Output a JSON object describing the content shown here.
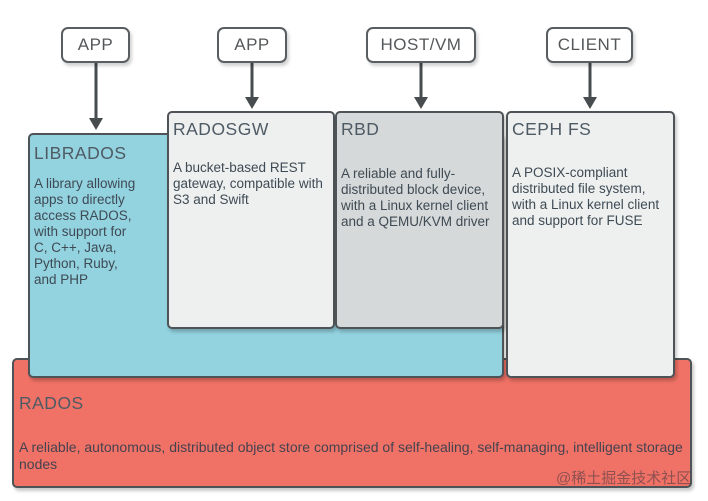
{
  "top_nodes": [
    {
      "label": "APP"
    },
    {
      "label": "APP"
    },
    {
      "label": "HOST/VM"
    },
    {
      "label": "CLIENT"
    }
  ],
  "layers": {
    "librados": {
      "title": "LIBRADOS",
      "body": "A library allowing\napps to directly\naccess RADOS,\nwith support for\nC, C++, Java,\nPython, Ruby,\nand PHP"
    },
    "radosgw": {
      "title": "RADOSGW",
      "body": "A bucket-based REST\ngateway, compatible with\nS3 and Swift"
    },
    "rbd": {
      "title": "RBD",
      "body": "A reliable and fully-\ndistributed block device,\nwith a Linux kernel client\nand a QEMU/KVM driver"
    },
    "cephfs": {
      "title": "CEPH FS",
      "body": "A POSIX-compliant\ndistributed file system,\nwith a Linux kernel client\nand support for FUSE"
    },
    "rados": {
      "title": "RADOS",
      "body": "A reliable, autonomous, distributed object store comprised of self-healing, self-managing, intelligent storage\nnodes"
    }
  },
  "watermark": "@稀土掘金技术社区",
  "colors": {
    "librados_fill": "#93d2df",
    "radosgw_fill": "#eef0ef",
    "rbd_fill": "#d6d9d9",
    "cephfs_fill": "#eef0ef",
    "rados_fill": "#f07266",
    "node_fill": "#ffffff",
    "border": "#4d5356",
    "arrow": "#474c4e",
    "title_text": "#4e5a64",
    "body_text": "#3e4a54"
  }
}
